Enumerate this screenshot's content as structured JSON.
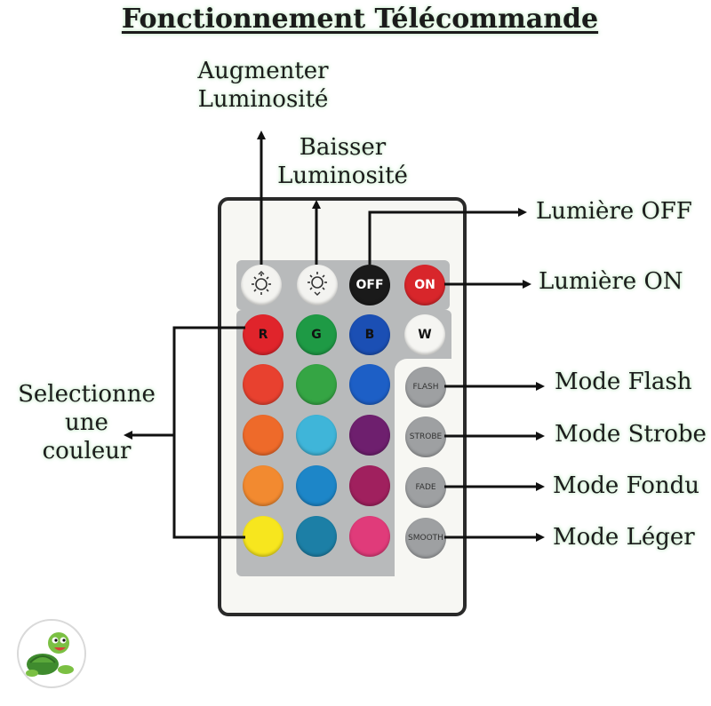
{
  "title": "Fonctionnement Télécommande",
  "labels": {
    "brightness_up": [
      "Augmenter",
      "Luminosité"
    ],
    "brightness_down": [
      "Baisser",
      "Luminosité"
    ],
    "light_off": "Lumière OFF",
    "light_on": "Lumière ON",
    "select_color": [
      "Selectionne",
      "une",
      "couleur"
    ],
    "mode_flash": "Mode Flash",
    "mode_strobe": "Mode Strobe",
    "mode_fondu": "Mode Fondu",
    "mode_leger": "Mode Léger"
  },
  "remote": {
    "top_buttons": [
      {
        "name": "brightness-up",
        "icon": "sun-up-icon",
        "color": "#f3f3f0"
      },
      {
        "name": "brightness-down",
        "icon": "sun-down-icon",
        "color": "#f3f3f0"
      },
      {
        "name": "off",
        "text": "OFF",
        "color": "#1a1a1a",
        "text_color": "#ffffff"
      },
      {
        "name": "on",
        "text": "ON",
        "color": "#d8262b",
        "text_color": "#ffffff"
      }
    ],
    "rgbw_buttons": [
      {
        "text": "R",
        "color": "#e0242b",
        "text_color": "#111111"
      },
      {
        "text": "G",
        "color": "#1e9a45",
        "text_color": "#111111"
      },
      {
        "text": "B",
        "color": "#1b4fb4",
        "text_color": "#111111"
      },
      {
        "text": "W",
        "color": "#f5f5f2",
        "text_color": "#111111"
      }
    ],
    "color_grid": [
      [
        "#e8412f",
        "#35a544",
        "#1d5fc6"
      ],
      [
        "#ee6a2a",
        "#3fb5d9",
        "#6e1f6e"
      ],
      [
        "#f28a30",
        "#1d86c8",
        "#a0205e"
      ],
      [
        "#f7e61e",
        "#1c7fa6",
        "#e03b7a"
      ]
    ],
    "mode_buttons": [
      "FLASH",
      "STROBE",
      "FADE",
      "SMOOTH"
    ]
  }
}
